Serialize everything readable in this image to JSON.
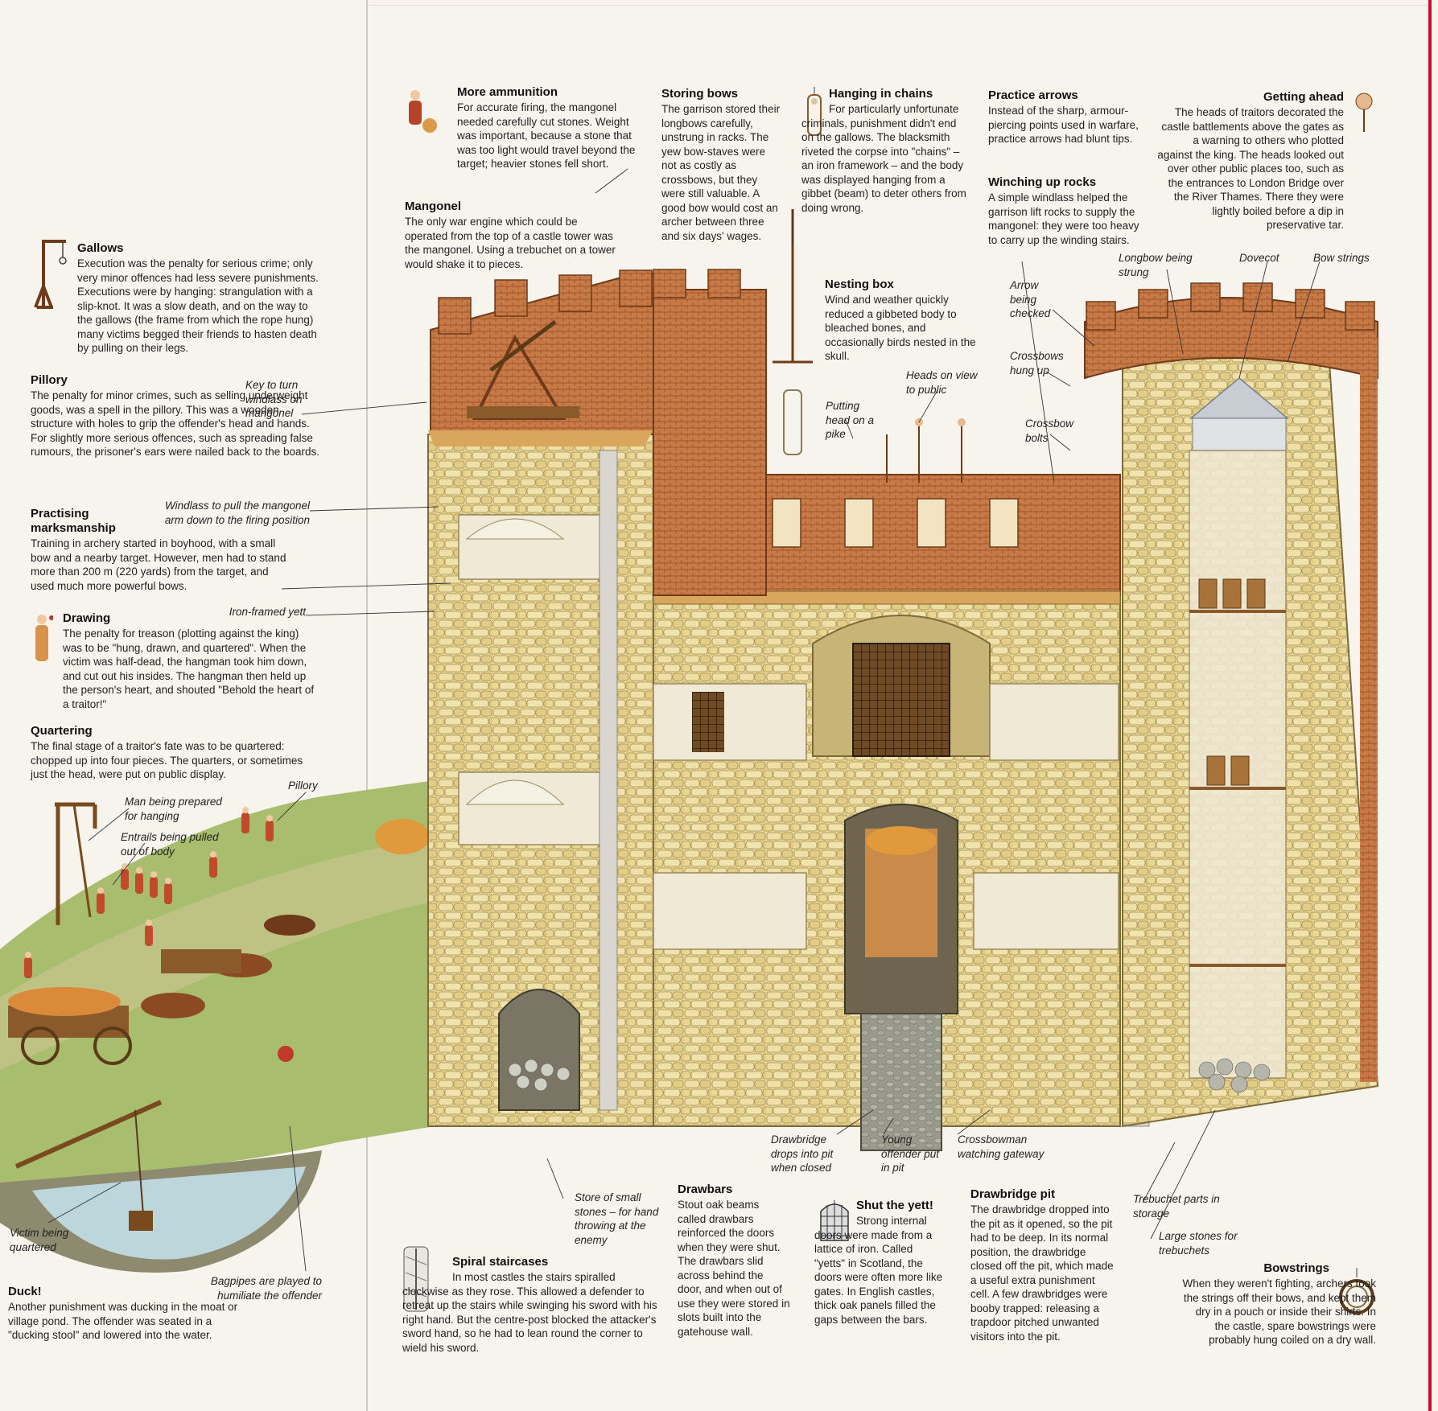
{
  "sections": {
    "more_ammunition": {
      "title": "More ammunition",
      "text": "For accurate firing, the mangonel needed carefully cut stones. Weight was important, because a stone that was too light would travel beyond the target; heavier stones fell short."
    },
    "mangonel": {
      "title": "Mangonel",
      "text": "The only war engine which could be operated from the top of a castle tower was the mangonel. Using a trebuchet on a tower would shake it to pieces."
    },
    "storing_bows": {
      "title": "Storing bows",
      "text": "The garrison stored their longbows carefully, unstrung in racks. The yew bow-staves were not as costly as crossbows, but they were still valuable. A good bow would cost an archer between three and six days' wages."
    },
    "hanging_in_chains": {
      "title": "Hanging in chains",
      "text": "For particularly unfortunate criminals, punishment didn't end on the gallows. The blacksmith riveted the corpse into \"chains\" – an iron framework – and the body was displayed hanging from a gibbet (beam) to deter others from doing wrong."
    },
    "practice_arrows": {
      "title": "Practice arrows",
      "text": "Instead of the sharp, armour-piercing points used in warfare, practice arrows had blunt tips."
    },
    "winching_up_rocks": {
      "title": "Winching up rocks",
      "text": "A simple windlass helped the garrison lift rocks to supply the mangonel: they were too heavy to carry up the winding stairs."
    },
    "getting_ahead": {
      "title": "Getting ahead",
      "text": "The heads of traitors decorated the castle battlements above the gates as a warning to others who plotted against the king. The heads looked out over other public places too, such as the entrances to London Bridge over the River Thames. There they were lightly boiled before a dip in preservative tar."
    },
    "nesting_box": {
      "title": "Nesting box",
      "text": "Wind and weather quickly reduced a gibbeted body to bleached bones, and occasionally birds nested in the skull."
    },
    "gallows": {
      "title": "Gallows",
      "text": "Execution was the penalty for serious crime; only very minor offences had less severe punishments. Executions were by hanging: strangulation with a slip-knot. It was a slow death, and on the way to the gallows (the frame from which the rope hung) many victims begged their friends to hasten death by pulling on their legs."
    },
    "pillory": {
      "title": "Pillory",
      "text": "The penalty for minor crimes, such as selling underweight goods, was a spell in the pillory. This was a wooden structure with holes to grip the offender's head and hands. For slightly more serious offences, such as spreading false rumours, the prisoner's ears were nailed back to the boards."
    },
    "practising_marksmanship": {
      "title": "Practising marksmanship",
      "text": "Training in archery started in boyhood, with a small bow and a nearby target. However, men had to stand more than 200 m (220 yards) from the target, and used much more powerful bows."
    },
    "drawing": {
      "title": "Drawing",
      "text": "The penalty for treason (plotting against the king) was to be \"hung, drawn, and quartered\". When the victim was half-dead, the hangman took him down, and cut out his insides. The hangman then held up the person's heart, and shouted \"Behold the heart of a traitor!\""
    },
    "quartering": {
      "title": "Quartering",
      "text": "The final stage of a traitor's fate was to be quartered: chopped up into four pieces. The quarters, or sometimes just the head, were put on public display."
    },
    "duck": {
      "title": "Duck!",
      "text": "Another punishment was ducking in the moat or village pond. The offender was seated in a \"ducking stool\" and lowered into the water."
    },
    "spiral_staircases": {
      "title": "Spiral staircases",
      "text": "In most castles the stairs spiralled clockwise as they rose. This allowed a defender to retreat up the stairs while swinging his sword with his right hand. But the centre-post blocked the attacker's sword hand, so he had to lean round the corner to wield his sword."
    },
    "drawbars": {
      "title": "Drawbars",
      "text": "Stout oak beams called drawbars reinforced the doors when they were shut. The drawbars slid across behind the door, and when out of use they were stored in slots built into the gatehouse wall."
    },
    "shut_the_yett": {
      "title": "Shut the yett!",
      "text": "Strong internal doors were made from a lattice of iron. Called \"yetts\" in Scotland, the doors were often more like gates. In English castles, thick oak panels filled the gaps between the bars."
    },
    "drawbridge_pit": {
      "title": "Drawbridge pit",
      "text": "The drawbridge dropped into the pit as it opened, so the pit had to be deep. In its normal position, the drawbridge closed off the pit, which made a useful extra punishment cell. A few drawbridges were booby trapped: releasing a trapdoor pitched unwanted visitors into the pit."
    },
    "bowstrings": {
      "title": "Bowstrings",
      "text": "When they weren't fighting, archers took the strings off their bows, and kept them dry in a pouch or inside their shirts. In the castle, spare bowstrings were probably hung coiled on a dry wall."
    }
  },
  "labels": {
    "key_windlass": "Key to turn windlass on mangonel",
    "windlass_pull": "Windlass to pull the mangonel arm down to the firing position",
    "iron_yett": "Iron-framed yett",
    "man_prepared": "Man being prepared for hanging",
    "entrails": "Entrails being pulled out of body",
    "pillory": "Pillory",
    "victim_quartered": "Victim being quartered",
    "bagpipes": "Bagpipes are played to humiliate the offender",
    "store_stones": "Store of small stones – for hand throwing at the enemy",
    "drawbridge_drops": "Drawbridge drops into pit when closed",
    "young_offender": "Young offender put in pit",
    "crossbowman": "Crossbowman watching gateway",
    "trebuchet_parts": "Trebuchet parts in storage",
    "large_stones": "Large stones for trebuchets",
    "longbow_strung": "Longbow being strung",
    "dovecot": "Dovecot",
    "bow_strings": "Bow strings",
    "arrow_checked": "Arrow being checked",
    "crossbows_hung": "Crossbows hung up",
    "crossbow_bolts": "Crossbow bolts",
    "heads_on_view": "Heads on view to public",
    "putting_head": "Putting head on a pike"
  },
  "colors": {
    "stone": "#e2d08e",
    "stone_dark": "#b79c57",
    "brick": "#c0703c",
    "grass": "#9cb565",
    "water": "#bcd6dc",
    "wood": "#8a5a2b"
  }
}
